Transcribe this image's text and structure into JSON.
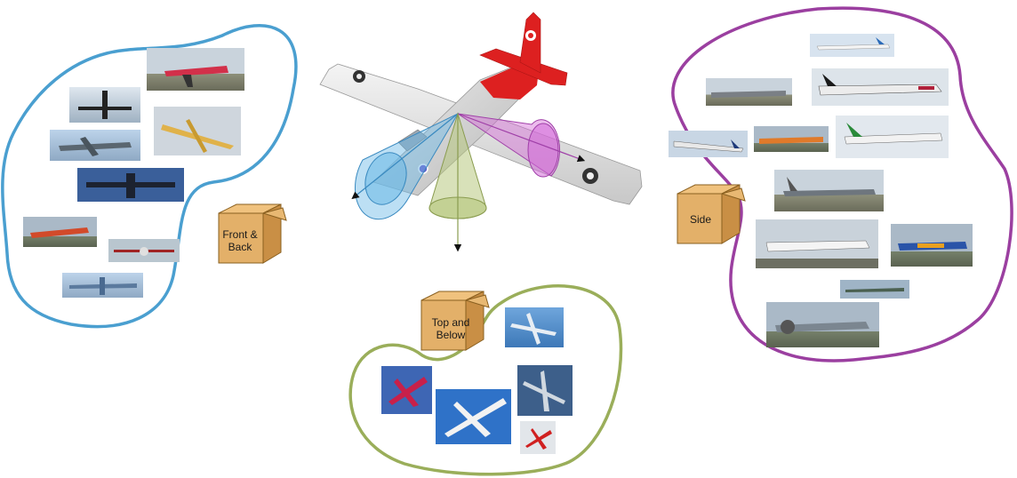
{
  "boxes": {
    "front_back": {
      "label": "Front &\nBack"
    },
    "side": {
      "label": "Side"
    },
    "top_below": {
      "label": "Top and\nBelow"
    }
  },
  "colors": {
    "front_back_cluster": "#4a9fd0",
    "side_cluster": "#9b3fa0",
    "top_below_cluster": "#9aae5a",
    "box_fill": "#e3b069",
    "box_edge": "#8a6020",
    "plane_tail": "#dd2020",
    "plane_body": "#e8e8e8",
    "cone_front": "#6ab8e6",
    "cone_side": "#d46ad8",
    "cone_below": "#b8c880"
  },
  "icons": {
    "box": "cardboard-box-icon",
    "plane": "airplane-model-icon",
    "photo": "aircraft-photo-thumbnail"
  }
}
